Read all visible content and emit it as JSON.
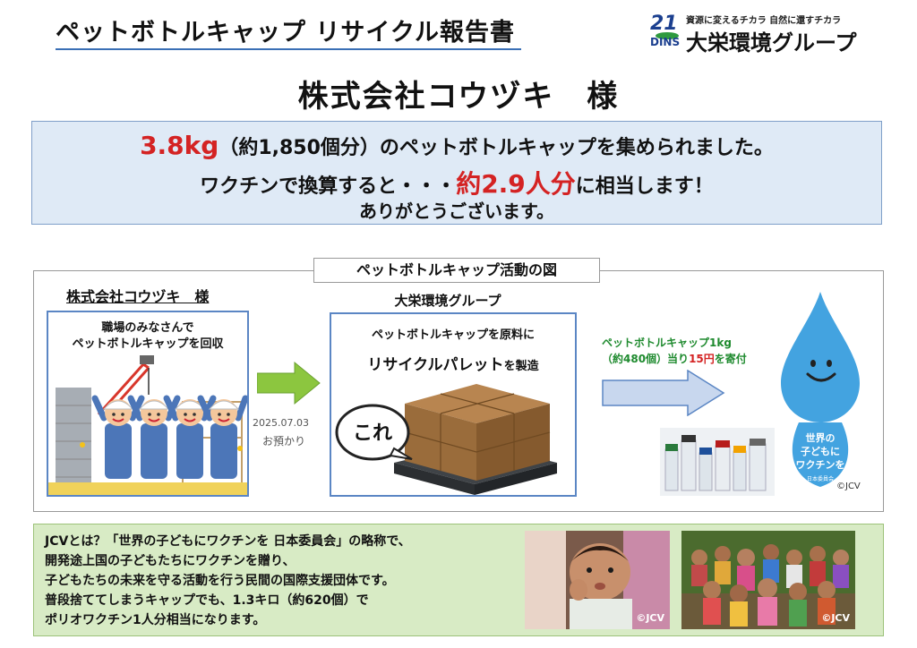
{
  "header": {
    "title": "ペットボトルキャップ リサイクル報告書",
    "recipient": "株式会社コウヅキ　様"
  },
  "logo": {
    "number": "21",
    "letters": "DINS",
    "slogan": "資源に変えるチカラ 自然に還すチカラ",
    "name": "大栄環境グループ",
    "colors": {
      "primary": "#1b3f8f",
      "leaf": "#2e9a3f"
    }
  },
  "summary": {
    "weight": "3.8kg",
    "count": "（約1,850個分）",
    "collected_text": "のペットボトルキャップを集められました。",
    "convert_text": "ワクチンで換算すると・・・",
    "people": "約2.9人分",
    "equivalent_text": "に相当します！",
    "thanks": "ありがとうございます。"
  },
  "diagram": {
    "title": "ペットボトルキャップ活動の図",
    "company": "株式会社コウヅキ　様",
    "collect_line1": "職場のみなさんで",
    "collect_line2": "ペットボトルキャップを回収",
    "date": "2025.07.03",
    "deposit": "お預かり",
    "group": "大栄環境グループ",
    "process_line1": "ペットボトルキャップを原料に",
    "process_main": "リサイクルパレット",
    "process_suffix": "を製造",
    "bubble": "これ",
    "donate_line1": "ペットボトルキャップ1kg",
    "donate_line2a": "（約480個）当り",
    "donate_amount": "15円",
    "donate_line2b": "を寄付",
    "drop_line1": "世界の",
    "drop_line2": "子どもに",
    "drop_line3": "ワクチンを",
    "drop_sub": "日本委員会",
    "copyright": "©JCV"
  },
  "jcv": {
    "line1": "JCVとは？「世界の子どもにワクチンを 日本委員会」の略称で、",
    "line2": "開発途上国の子どもたちにワクチンを贈り、",
    "line3": "子どもたちの未来を守る活動を行う民間の国際支援団体です。",
    "line4": "普段捨ててしまうキャップでも、1.3キロ（約620個）で",
    "line5": "ポリオワクチン1人分相当になります。",
    "photo1_credit": "©JCV",
    "photo2_credit": "©JCV"
  },
  "colors": {
    "summary_bg": "#dfeaf6",
    "accent_red": "#d42323",
    "donate_green": "#1e8a2e",
    "bottom_bg": "#d8ebc5",
    "box_border": "#5b86c4"
  }
}
